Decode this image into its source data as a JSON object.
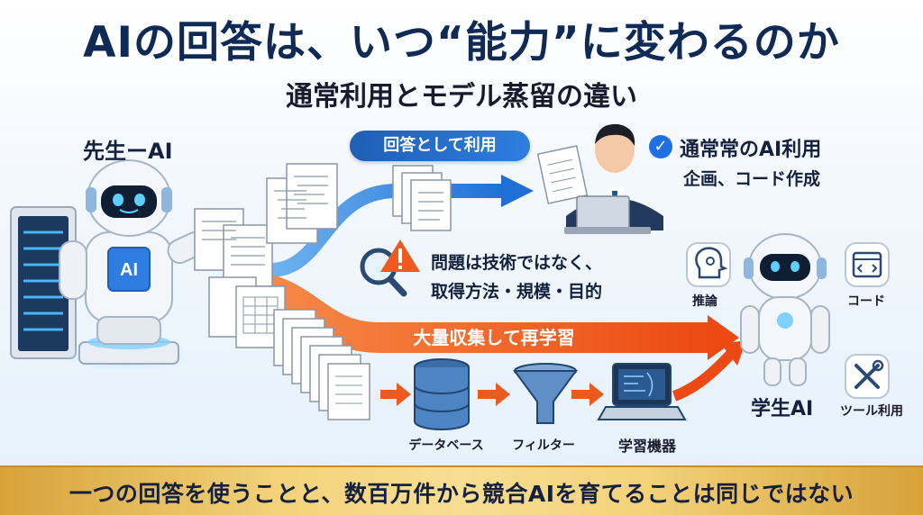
{
  "title": "AIの回答は、いつ“能力”に変わるのか",
  "subtitle": "通常利用とモデル蒸留の違い",
  "teacher": {
    "label": "先生ーAI",
    "badge": "AI"
  },
  "student": {
    "label": "学生AI"
  },
  "flows": {
    "answer_label": "回答として利用",
    "mass_label": "大量収集して再学習"
  },
  "normal_use": {
    "title": "通常常のAI利用",
    "subtitle": "企画、コード作成"
  },
  "problem": {
    "line1": "問題は技術ではなく、",
    "line2": "取得方法・規模・目的"
  },
  "pipeline": {
    "database": "データベース",
    "filter": "フィルター",
    "machine": "学習機器"
  },
  "skills": {
    "reasoning": "推論",
    "code": "コード",
    "tools": "ツール利用"
  },
  "footer": "一つの回答を使うことと、数百万件から競合AIを育てることは同じではない",
  "colors": {
    "navy": "#0f2a55",
    "blue_flow": "#2a86de",
    "orange_flow": "#f05a1e",
    "gold": "#f3d27a"
  }
}
